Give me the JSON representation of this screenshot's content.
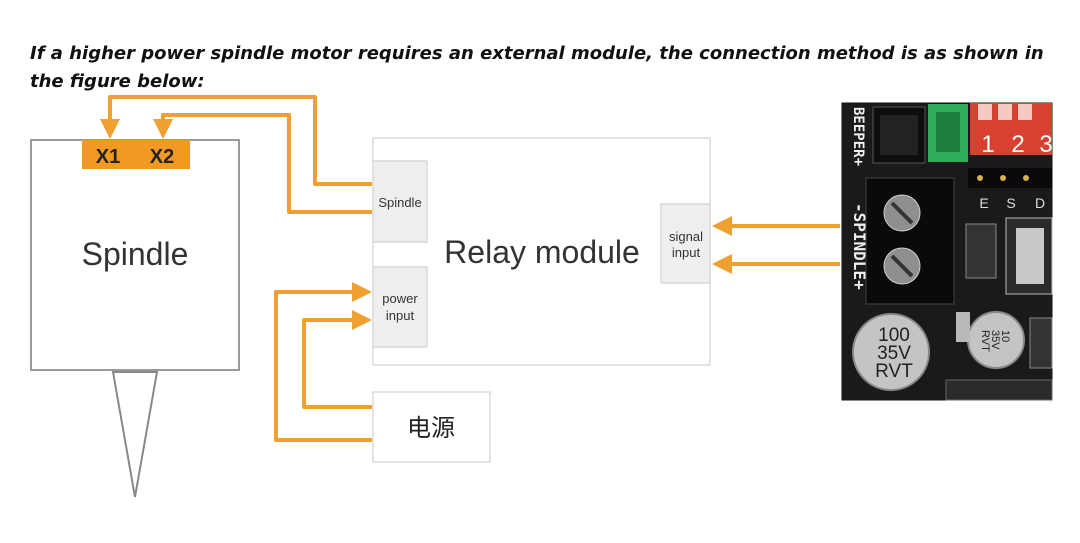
{
  "heading": "If a higher power spindle motor requires an external module, the connection method is as shown in the figure below:",
  "spindle": {
    "title": "Spindle",
    "terminal_1": "X1",
    "terminal_2": "X2"
  },
  "relay": {
    "title": "Relay module",
    "port_spindle": "Spindle",
    "port_power_1": "power",
    "port_power_2": "input",
    "port_signal_1": "signal",
    "port_signal_2": "input"
  },
  "power_source": {
    "label": "电源"
  },
  "board": {
    "beeper_label": "BEEPER+",
    "spindle_label": "-SPINDLE+",
    "dip_numbers": [
      "1",
      "2",
      "3"
    ],
    "header_letters": [
      "E",
      "S",
      "D"
    ],
    "cap_large": [
      "100",
      "35V",
      "RVT"
    ],
    "cap_small": [
      "10",
      "35V",
      "RVT"
    ]
  },
  "colors": {
    "wire": "#f0a030",
    "terminal": "#f19a23",
    "board": "#1a1a1a",
    "dip": "#d8412f",
    "green_connector": "#2fae5a"
  }
}
